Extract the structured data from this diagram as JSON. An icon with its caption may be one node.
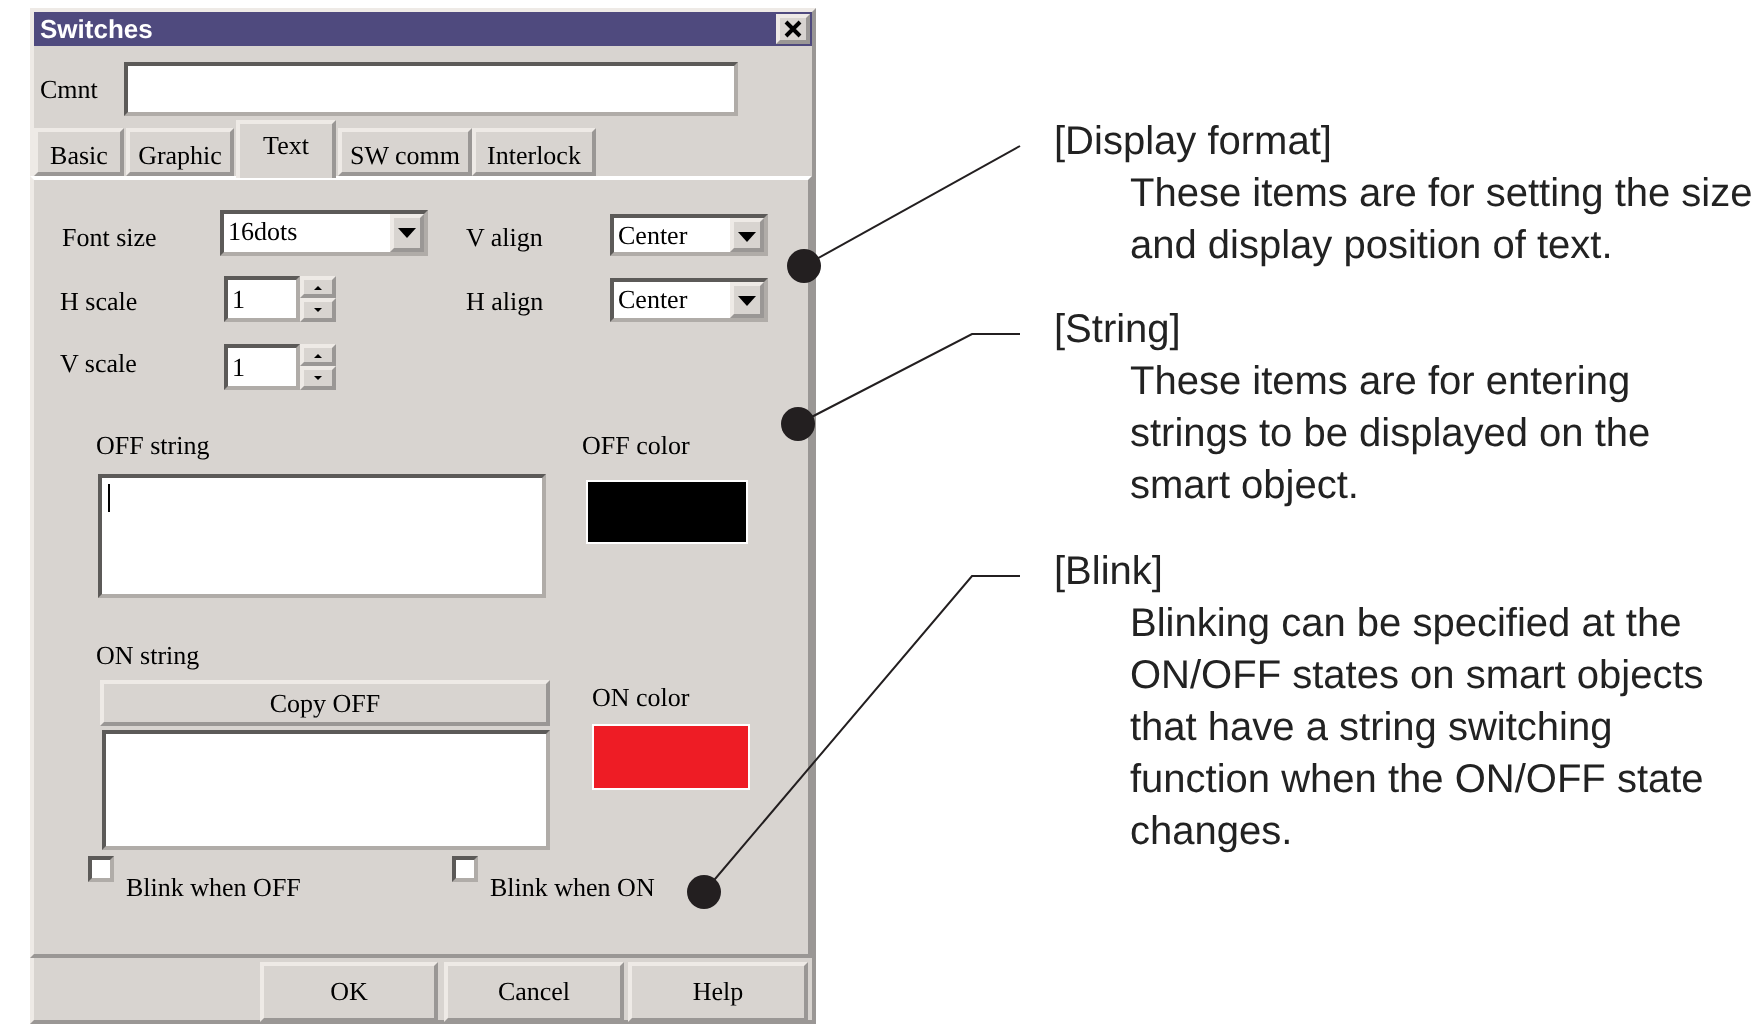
{
  "diagram": {
    "nodes": [
      {
        "text": [
          "[Display format]",
          "These items are for setting the size and display position of text."
        ]
      },
      {
        "text": [
          "[String]",
          "These items are for entering strings to be displayed on the smart object."
        ]
      },
      {
        "text": [
          "[Blink]",
          "Blinking can be specified at the ON/OFF states on smart objects that have a string switching function when the ON/OFF state changes."
        ]
      }
    ],
    "edges": [
      {
        "from": 0,
        "to": null,
        "arrow": "other"
      },
      {
        "from": 1,
        "to": null,
        "arrow": "other"
      },
      {
        "from": 2,
        "to": null,
        "arrow": "other"
      }
    ],
    "labels": [
      "Switches",
      "Cmnt",
      "Basic",
      "Graphic",
      "Text",
      "SW comm",
      "Interlock",
      "Font size",
      "16dots",
      "V align",
      "Center",
      "H scale",
      "1",
      "H align",
      "Center",
      "V scale",
      "1",
      "OFF string",
      "OFF color",
      "ON string",
      "Copy OFF",
      "ON color",
      "Blink when OFF",
      "Blink when ON",
      "OK",
      "Cancel",
      "Help"
    ]
  }
}
